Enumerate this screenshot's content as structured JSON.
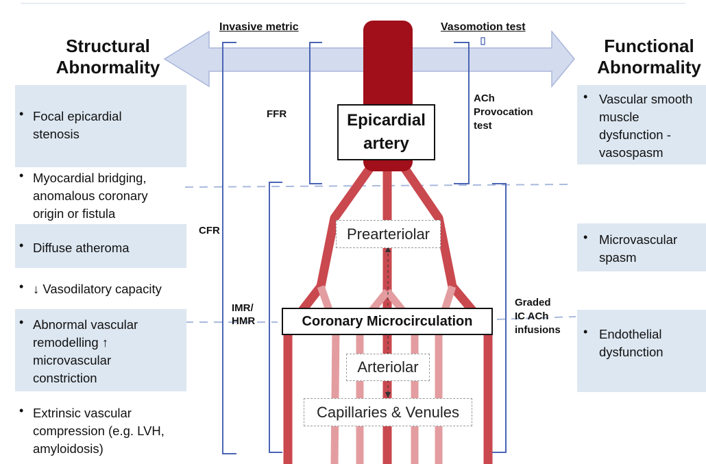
{
  "headers": {
    "left": "Structural Abnormality",
    "left_line1": "Structural",
    "left_line2": "Abnormality",
    "right": "Functional Abnormality",
    "right_line1": "Functional",
    "right_line2": "Abnormality"
  },
  "top_labels": {
    "invasive": "Invasive metric",
    "vasomotion": "Vasomotion test"
  },
  "left_items": [
    {
      "text": "Focal epicardial stenosis",
      "lines": [
        "Focal epicardial",
        "stenosis"
      ]
    },
    {
      "text": "Myocardial bridging, anomalous coronary origin or fistula",
      "lines": [
        "Myocardial bridging,",
        "anomalous coronary",
        "origin or fistula"
      ]
    },
    {
      "text": "Diffuse atheroma",
      "lines": [
        "Diffuse atheroma"
      ]
    },
    {
      "text": "↓ Vasodilatory capacity",
      "lines": [
        "↓ Vasodilatory capacity"
      ]
    },
    {
      "text": "Abnormal vascular remodelling ↑ microvascular constriction",
      "lines": [
        "Abnormal vascular",
        "remodelling  ↑",
        "microvascular",
        "constriction"
      ]
    },
    {
      "text": "Extrinsic vascular compression (e.g. LVH, amyloidosis)",
      "lines": [
        "Extrinsic vascular",
        "compression (e.g. LVH,",
        "amyloidosis)"
      ]
    }
  ],
  "right_items": [
    {
      "text": "Vascular smooth muscle dysfunction - vasospasm",
      "lines": [
        "Vascular smooth",
        "muscle",
        "dysfunction -",
        "vasospasm"
      ]
    },
    {
      "text": "Microvascular spasm",
      "lines": [
        "Microvascular",
        "spasm"
      ]
    },
    {
      "text": "Endothelial dysfunction",
      "lines": [
        "Endothelial",
        "dysfunction"
      ]
    }
  ],
  "metrics": {
    "ffr": "FFR",
    "cfr": "CFR",
    "imr_line1": "IMR/",
    "imr_line2": "HMR"
  },
  "tests": {
    "ach_lines": [
      "ACh",
      "Provocation",
      "test"
    ],
    "graded_lines": [
      "Graded",
      "IC ACh",
      "infusions"
    ]
  },
  "nodes": {
    "epi_line1": "Epicardial",
    "epi_line2": "artery",
    "prearteriolar": "Prearteriolar",
    "coronary_micro": "Coronary Microcirculation",
    "arteriolar": "Arteriolar",
    "capillaries": "Capillaries & Venules"
  },
  "colors": {
    "arrow_fill": "#d3dcef",
    "arrow_stroke": "#a9b6da",
    "box_fill": "#dde7f1",
    "bracket": "#4a64b4",
    "dashed_line": "#a9b9dd",
    "artery": "#a00f1a",
    "vessel": "#e39da0"
  }
}
